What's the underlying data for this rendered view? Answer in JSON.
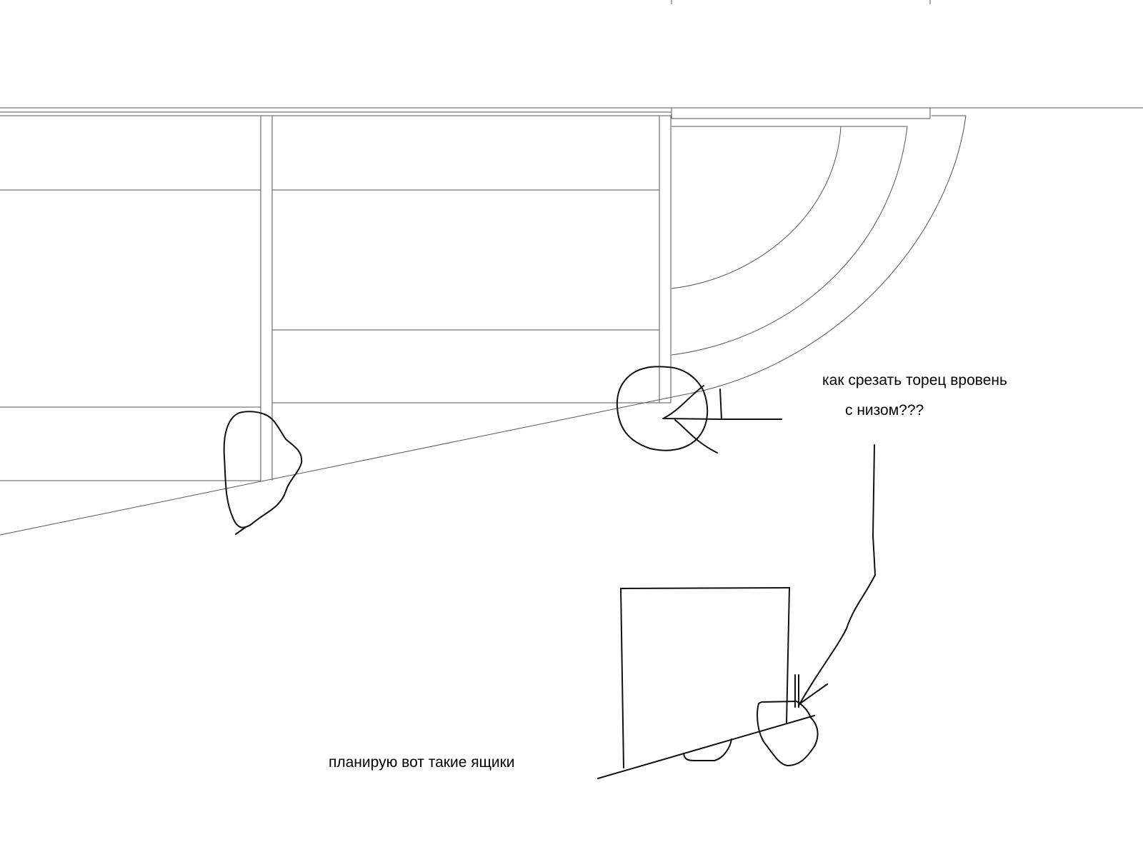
{
  "annotations": {
    "question_line1": "как срезать торец вровень",
    "question_line2": "с низом???",
    "plan_note": "планирую вот такие ящики"
  },
  "colors": {
    "background": "#ffffff",
    "drawing_line": "#555555",
    "sketch_line": "#111111",
    "text": "#000000"
  }
}
